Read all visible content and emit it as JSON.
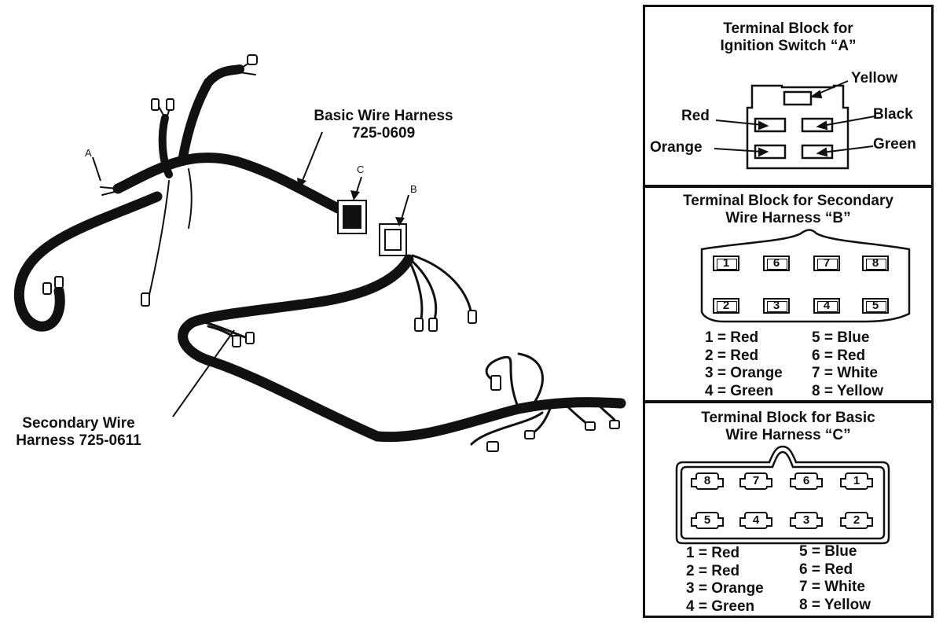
{
  "callouts": {
    "basic_harness_line1": "Basic Wire Harness",
    "basic_harness_line2": "725-0609",
    "secondary_harness_line1": "Secondary Wire",
    "secondary_harness_line2": "Harness 725-0611",
    "label_a": "A",
    "label_b": "B",
    "label_c": "C"
  },
  "panel_a": {
    "title_line1": "Terminal Block for",
    "title_line2": "Ignition Switch “A”",
    "wires": {
      "yellow": "Yellow",
      "red": "Red",
      "black": "Black",
      "orange": "Orange",
      "green": "Green"
    }
  },
  "panel_b": {
    "title_line1": "Terminal Block for Secondary",
    "title_line2": "Wire Harness “B”",
    "top_pins": [
      "1",
      "6",
      "7",
      "8"
    ],
    "bottom_pins": [
      "2",
      "3",
      "4",
      "5"
    ],
    "legend_left": [
      "1 = Red",
      "2 = Red",
      "3 = Orange",
      "4 = Green"
    ],
    "legend_right": [
      "5 = Blue",
      "6 = Red",
      "7 = White",
      "8 = Yellow"
    ]
  },
  "panel_c": {
    "title_line1": "Terminal Block for Basic",
    "title_line2": "Wire Harness “C”",
    "top_pins": [
      "8",
      "7",
      "6",
      "1"
    ],
    "bottom_pins": [
      "5",
      "4",
      "3",
      "2"
    ],
    "legend_left": [
      "1 = Red",
      "2 = Red",
      "3 = Orange",
      "4 = Green"
    ],
    "legend_right": [
      "5 = Blue",
      "6 = Red",
      "7 = White",
      "8 = Yellow"
    ]
  }
}
